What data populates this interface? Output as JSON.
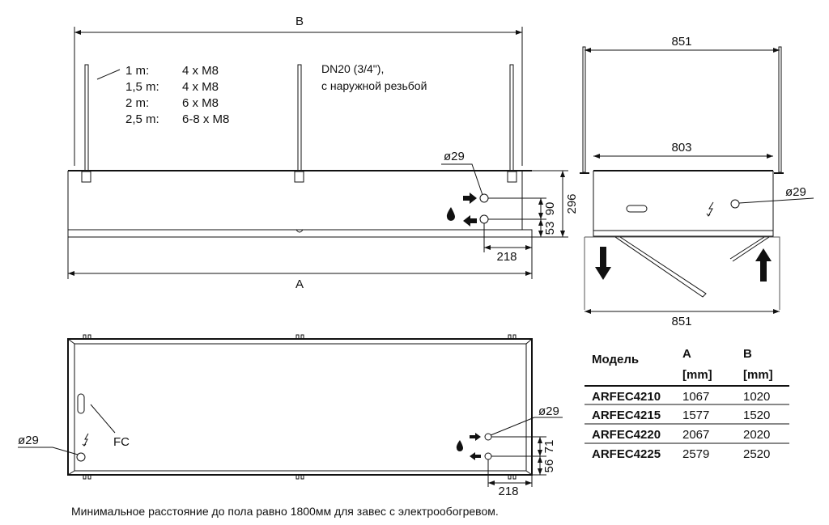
{
  "front_view": {
    "dim_b": "B",
    "dim_a": "A",
    "notes": [
      {
        "length": "1 m:",
        "bolts": "4 x M8"
      },
      {
        "length": "1,5 m:",
        "bolts": "4 x M8"
      },
      {
        "length": "2 m:",
        "bolts": "6 x M8"
      },
      {
        "length": "2,5 m:",
        "bolts": "6-8 x M8"
      }
    ],
    "connection_line1": "DN20 (3/4\"),",
    "connection_line2": "с наружной резьбой",
    "pipe_diameter": "ø29",
    "dim_90": "90",
    "dim_53": "53",
    "dim_296": "296",
    "dim_218": "218"
  },
  "side_view": {
    "dim_top": "851",
    "dim_inner": "803",
    "dim_bottom": "851",
    "pipe_diameter": "ø29"
  },
  "top_view": {
    "left_diameter": "ø29",
    "fc_label": "FC",
    "right_diameter": "ø29",
    "dim_71": "71",
    "dim_56": "56",
    "dim_218": "218"
  },
  "table": {
    "headers": {
      "model": "Модель",
      "a": "A",
      "a_unit": "[mm]",
      "b": "B",
      "b_unit": "[mm]"
    },
    "rows": [
      {
        "model": "ARFEC4210",
        "a": "1067",
        "b": "1020"
      },
      {
        "model": "ARFEC4215",
        "a": "1577",
        "b": "1520"
      },
      {
        "model": "ARFEC4220",
        "a": "2067",
        "b": "2020"
      },
      {
        "model": "ARFEC4225",
        "a": "2579",
        "b": "2520"
      }
    ]
  },
  "footnote": "Минимальное расстояние до пола равно 1800мм для завес с электрообогревом."
}
